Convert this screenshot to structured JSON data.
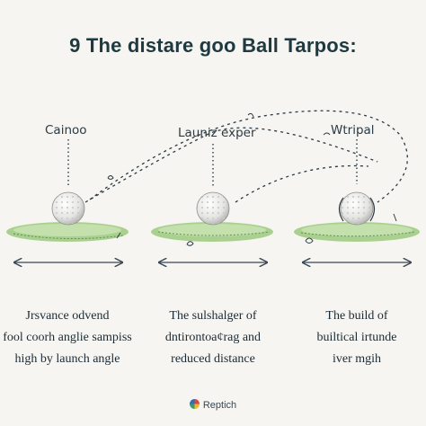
{
  "title": "9 The distare goo Ball Tarpos:",
  "panels": [
    {
      "label": "Cainoo",
      "caption": [
        "Jrsvance odvend",
        "fool coorh anglie sampiss",
        "high by launch angle"
      ]
    },
    {
      "label": "Launiz exper",
      "caption": [
        "The sulshalger of",
        "dntirontoa¢rag and",
        "reduced distance"
      ]
    },
    {
      "label": "Wtripal",
      "caption": [
        "The build of",
        "builtical irtunde",
        "iver mgih"
      ]
    }
  ],
  "footer": {
    "brand": "Reptich",
    "logo_icon": "reptich-logo-icon"
  },
  "colors": {
    "background": "#f6f5f1",
    "turf": "#a9d08e",
    "text": "#1f2b35",
    "line": "#2a3a44"
  }
}
